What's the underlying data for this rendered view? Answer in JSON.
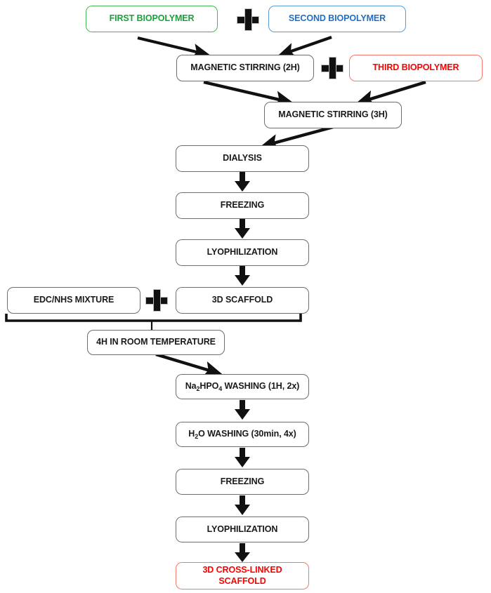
{
  "diagram": {
    "title": "Scaffold fabrication and cross-linking flowchart",
    "type": "process-flowchart",
    "colors": {
      "green_border": "#41b658",
      "green_text": "#19a13a",
      "blue_border": "#5b9bd5",
      "blue_text": "#1f6fc4",
      "red_border": "#f4786d",
      "red_text": "#fe0000",
      "default_border": "#6d6d6d",
      "default_text": "#1a1a1a",
      "arrow": "#111111",
      "background": "#ffffff"
    },
    "nodes": [
      {
        "id": "first_biopolymer",
        "label": "FIRST BIOPOLYMER",
        "style": "green"
      },
      {
        "id": "second_biopolymer",
        "label": "SECOND BIOPOLYMER",
        "style": "blue"
      },
      {
        "id": "magnetic_2h",
        "label": "MAGNETIC STIRRING (2H)",
        "style": "plain"
      },
      {
        "id": "third_biopolymer",
        "label": "THIRD BIOPOLYMER",
        "style": "red"
      },
      {
        "id": "magnetic_3h",
        "label": "MAGNETIC STIRRING (3H)",
        "style": "plain"
      },
      {
        "id": "dialysis",
        "label": "DIALYSIS",
        "style": "plain"
      },
      {
        "id": "freezing_1",
        "label": "FREEZING",
        "style": "plain"
      },
      {
        "id": "lyophilization_1",
        "label": "LYOPHILIZATION",
        "style": "plain"
      },
      {
        "id": "edc_nhs",
        "label": "EDC/NHS MIXTURE",
        "style": "plain"
      },
      {
        "id": "scaffold_3d",
        "label": "3D SCAFFOLD",
        "style": "plain"
      },
      {
        "id": "room_temp_4h",
        "label": "4H IN ROOM TEMPERATURE",
        "style": "plain"
      },
      {
        "id": "na2hpo4_wash",
        "label": "Na2HPO4 WASHING (1H, 2x)",
        "label_html": "Na<sub>2</sub>HPO<sub>4</sub> WASHING (1H, 2x)",
        "style": "plain"
      },
      {
        "id": "h2o_wash",
        "label": "H2O WASHING (30min, 4x)",
        "label_html": "H<sub>2</sub>O WASHING (30min, 4x)",
        "style": "plain"
      },
      {
        "id": "freezing_2",
        "label": "FREEZING",
        "style": "plain"
      },
      {
        "id": "lyophilization_2",
        "label": "LYOPHILIZATION",
        "style": "plain"
      },
      {
        "id": "crosslinked",
        "label": "3D CROSS-LINKED\nSCAFFOLD",
        "style": "red"
      }
    ],
    "operators": [
      {
        "id": "plus_top",
        "symbol": "+",
        "name": "plus-sign"
      },
      {
        "id": "plus_middle",
        "symbol": "+",
        "name": "plus-sign"
      },
      {
        "id": "plus_lower",
        "symbol": "+",
        "name": "plus-sign"
      }
    ],
    "edges": [
      {
        "from": "first_biopolymer",
        "to": "magnetic_2h",
        "kind": "diagonal-arrow"
      },
      {
        "from": "second_biopolymer",
        "to": "magnetic_2h",
        "kind": "diagonal-arrow"
      },
      {
        "from": "magnetic_2h",
        "to": "magnetic_3h",
        "kind": "diagonal-arrow"
      },
      {
        "from": "third_biopolymer",
        "to": "magnetic_3h",
        "kind": "diagonal-arrow"
      },
      {
        "from": "magnetic_3h",
        "to": "dialysis",
        "kind": "diagonal-arrow"
      },
      {
        "from": "dialysis",
        "to": "freezing_1",
        "kind": "down-arrow"
      },
      {
        "from": "freezing_1",
        "to": "lyophilization_1",
        "kind": "down-arrow"
      },
      {
        "from": "lyophilization_1",
        "to": "scaffold_3d",
        "kind": "down-arrow"
      },
      {
        "from": "edc_nhs+scaffold_3d",
        "to": "room_temp_4h",
        "kind": "bracket"
      },
      {
        "from": "room_temp_4h",
        "to": "na2hpo4_wash",
        "kind": "diagonal-arrow"
      },
      {
        "from": "na2hpo4_wash",
        "to": "h2o_wash",
        "kind": "down-arrow"
      },
      {
        "from": "h2o_wash",
        "to": "freezing_2",
        "kind": "down-arrow"
      },
      {
        "from": "freezing_2",
        "to": "lyophilization_2",
        "kind": "down-arrow"
      },
      {
        "from": "lyophilization_2",
        "to": "crosslinked",
        "kind": "down-arrow"
      }
    ]
  }
}
